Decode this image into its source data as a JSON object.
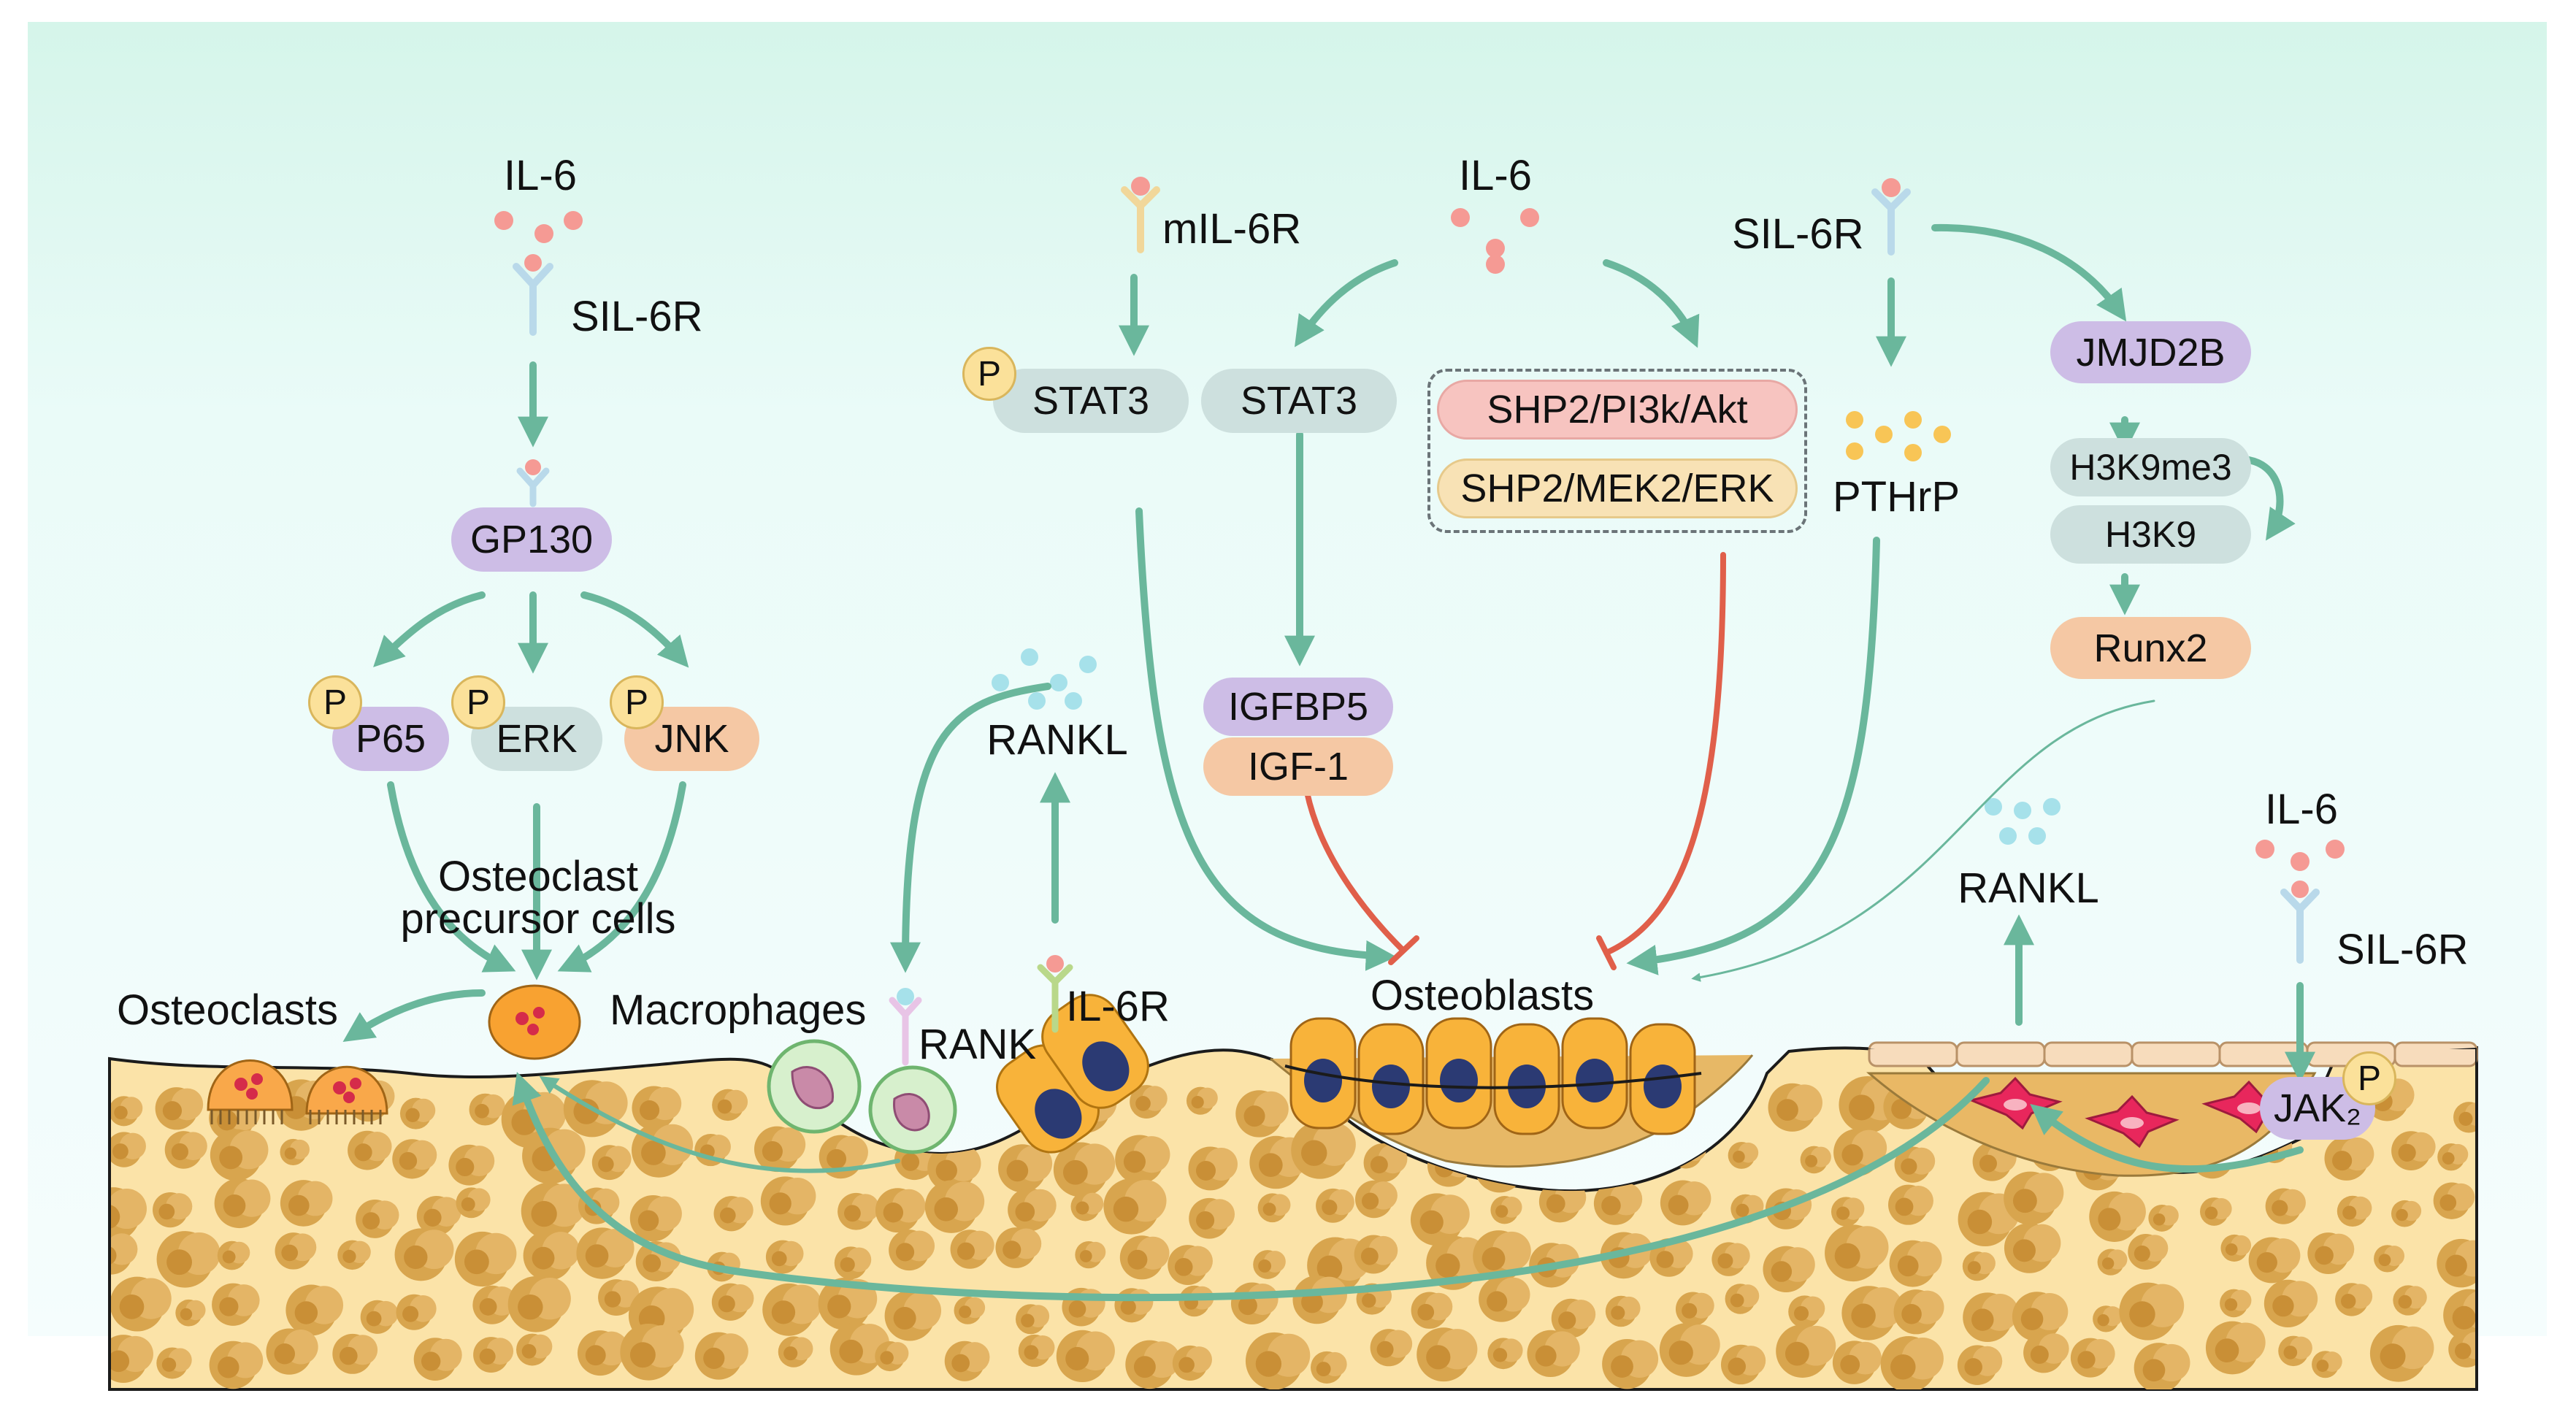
{
  "colors": {
    "arrow_green": "#6ab79c",
    "inhibit_red": "#e05f4a",
    "bone_matrix": "#fbe3a8",
    "bone_pore": "#d6a24a",
    "cell_orange": "#f8b33a",
    "nucleus": "#2b3a73",
    "ligand_pink": "#f59a94",
    "rankl_cyan": "#a6e1ea",
    "pthrp_yellow": "#f8c556"
  },
  "left_pathway": {
    "il6": "IL-6",
    "sil6r": "SIL-6R",
    "gp130": "GP130",
    "p65": "P65",
    "erk": "ERK",
    "jnk": "JNK",
    "phospho": "P",
    "precursor": "Osteoclast\nprecursor cells",
    "osteoclasts": "Osteoclasts"
  },
  "middle_pathway": {
    "mil6r": "mIL-6R",
    "il6": "IL-6",
    "stat3_p": "STAT3",
    "stat3": "STAT3",
    "phospho": "P",
    "igfbp5": "IGFBP5",
    "igf1": "IGF-1",
    "shp2_pi3k": "SHP2/PI3k/Akt",
    "shp2_mek": "SHP2/MEK2/ERK",
    "rankl": "RANKL",
    "macrophages": "Macrophages",
    "rank": "RANK",
    "il6r": "IL-6R",
    "osteoblasts": "Osteoblasts"
  },
  "right_pathway": {
    "sil6r": "SIL-6R",
    "pthrp": "PTHrP",
    "jmjd2b": "JMJD2B",
    "h3k9me3": "H3K9me3",
    "h3k9": "H3K9",
    "runx2": "Runx2",
    "rankl": "RANKL",
    "il6": "IL-6",
    "sil6r_2": "SIL-6R",
    "jak2": "JAK₂",
    "phospho": "P"
  }
}
